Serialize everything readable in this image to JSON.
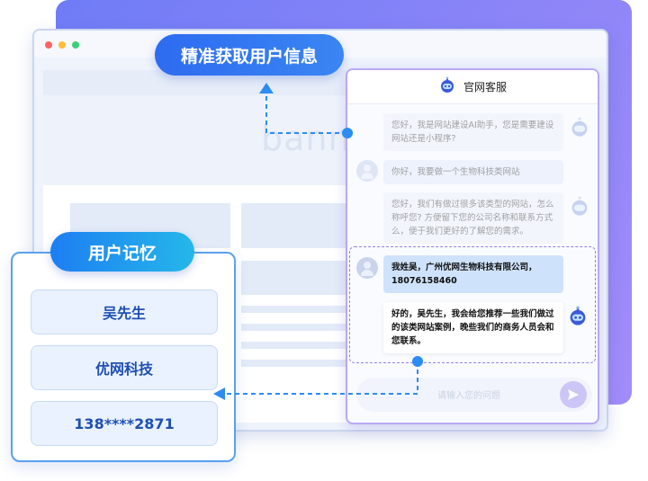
{
  "site": {
    "banner_text": "bann"
  },
  "callouts": {
    "top": "精准获取用户信息",
    "memory": "用户记忆"
  },
  "memory": {
    "items": [
      "吴先生",
      "优网科技",
      "138****2871"
    ]
  },
  "chat": {
    "title": "官网客服",
    "messages": [
      {
        "role": "bot",
        "text": "您好，我是网站建设AI助手，您是需要建设网站还是小程序?"
      },
      {
        "role": "user",
        "text": "你好，我要做一个生物科技类网站"
      },
      {
        "role": "bot",
        "text": "您好，我们有做过很多该类型的网站，怎么称呼您? 方便留下您的公司名称和联系方式么，便于我们更好的了解您的需求。"
      },
      {
        "role": "user",
        "text": "我姓吴，广州优网生物科技有限公司，18076158460"
      },
      {
        "role": "bot",
        "text": "好的，吴先生，我会给您推荐一些我们做过的该类网站案例，晚些我们的商务人员会和您联系。"
      }
    ],
    "input_placeholder": "请输入您的问题"
  }
}
